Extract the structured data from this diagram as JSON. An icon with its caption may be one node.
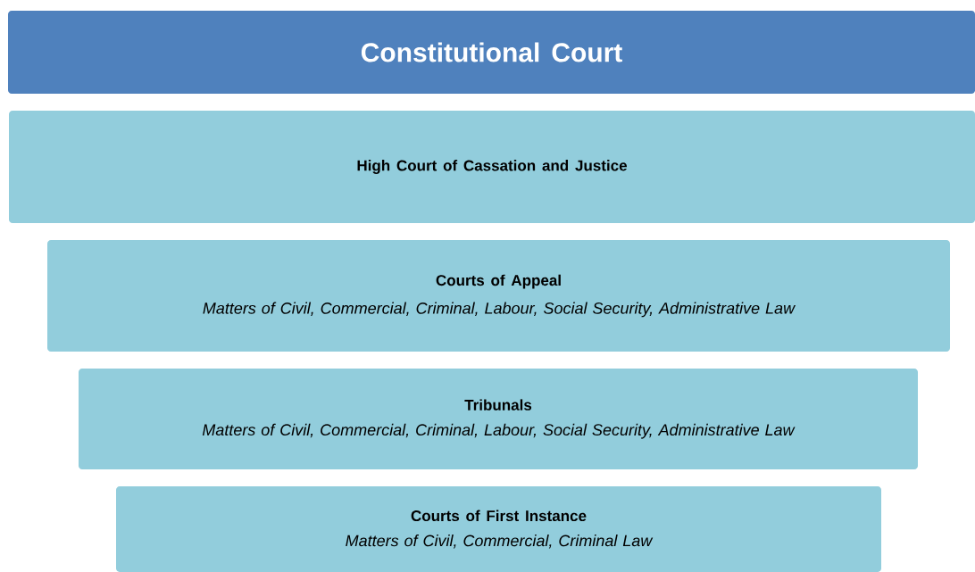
{
  "diagram": {
    "nodes": [
      {
        "text": [
          "Constitutional Court"
        ]
      },
      {
        "text": [
          "High Court of Cassation and Justice"
        ]
      },
      {
        "text": [
          "Courts of Appeal",
          "Matters of Civil, Commercial, Criminal, Labour, Social Security, Administrative Law"
        ]
      },
      {
        "text": [
          "Tribunals",
          "Matters of Civil, Commercial, Criminal, Labour, Social Security, Administrative Law"
        ]
      },
      {
        "text": [
          "Courts of First Instance",
          "Matters of Civil, Commercial, Criminal Law"
        ]
      }
    ]
  }
}
